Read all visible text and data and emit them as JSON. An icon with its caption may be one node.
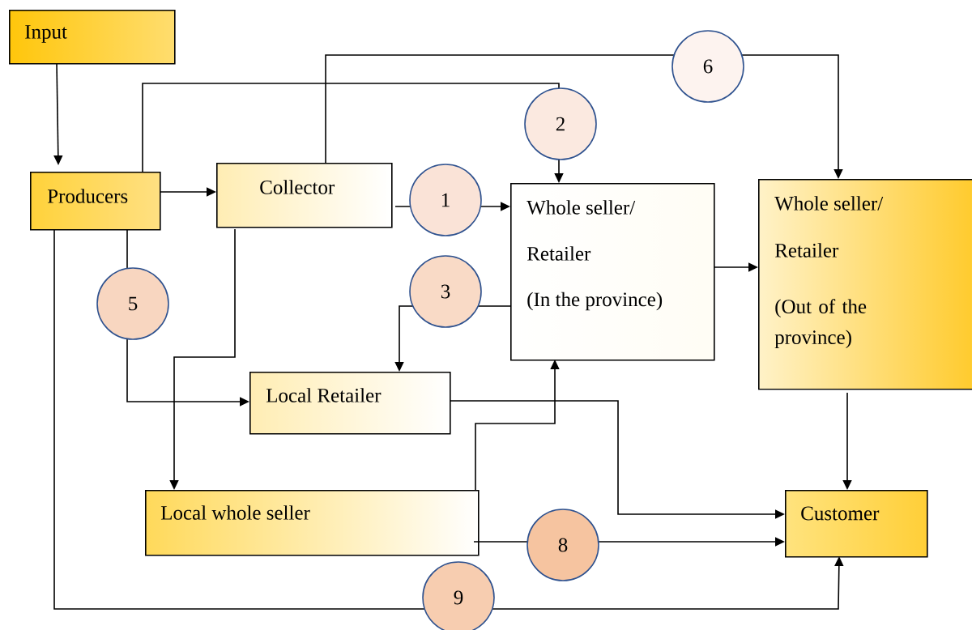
{
  "diagram": {
    "nodes": [
      {
        "text": [
          "Input"
        ]
      },
      {
        "text": [
          "Producers"
        ]
      },
      {
        "text": [
          "Collector"
        ]
      },
      {
        "text": [
          "Whole seller/",
          "Retailer",
          "(In the province)"
        ]
      },
      {
        "text": [
          "Whole seller/",
          "Retailer",
          "(Out of the province)"
        ]
      },
      {
        "text": [
          "Local Retailer"
        ]
      },
      {
        "text": [
          "Local whole seller"
        ]
      },
      {
        "text": [
          "Customer"
        ]
      }
    ],
    "edges": [
      {
        "from": 0,
        "to": 1,
        "arrow": "to"
      },
      {
        "from": 1,
        "to": 2,
        "arrow": "to"
      },
      {
        "from": 1,
        "to": 3,
        "arrow": "to",
        "label": "2"
      },
      {
        "from": 2,
        "to": 4,
        "arrow": "to",
        "label": "6"
      },
      {
        "from": 2,
        "to": 3,
        "arrow": "to",
        "label": "1"
      },
      {
        "from": 3,
        "to": 5,
        "arrow": "to",
        "label": "3"
      },
      {
        "from": 1,
        "to": 5,
        "arrow": "to",
        "label": "5"
      },
      {
        "from": 2,
        "to": 6,
        "arrow": "to"
      },
      {
        "from": 3,
        "to": 4,
        "arrow": "to"
      },
      {
        "from": 5,
        "to": 7,
        "arrow": "to"
      },
      {
        "from": 6,
        "to": 3,
        "arrow": "to"
      },
      {
        "from": 6,
        "to": 7,
        "arrow": "to",
        "label": "8"
      },
      {
        "from": 1,
        "to": 7,
        "arrow": "to",
        "label": "9"
      },
      {
        "from": 4,
        "to": 7,
        "arrow": "to"
      }
    ]
  }
}
